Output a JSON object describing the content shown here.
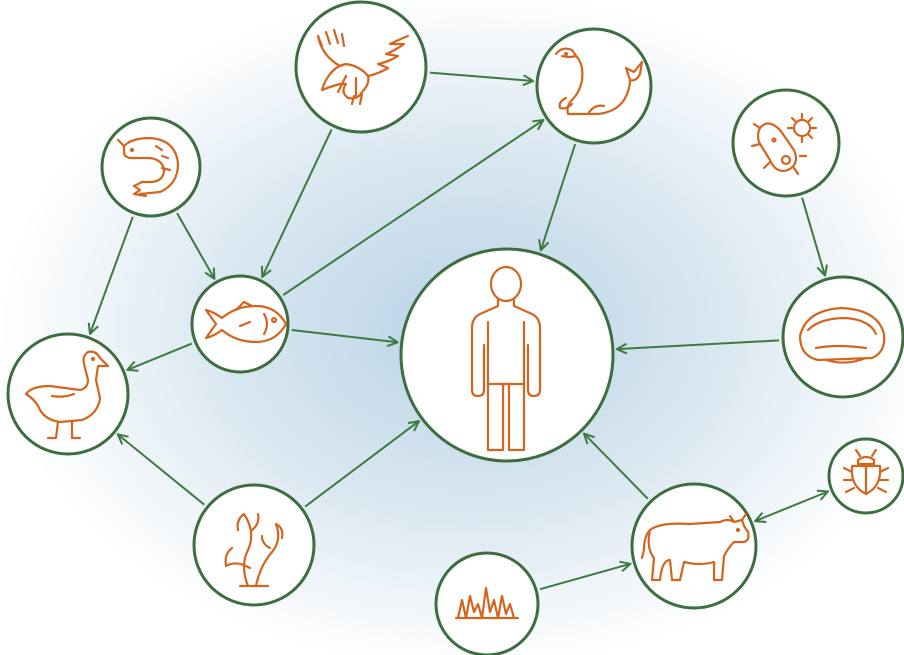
{
  "diagram": {
    "type": "food-web",
    "colors": {
      "node_stroke": "#3d6e3f",
      "arrow": "#3d7a40",
      "icon": "#d4651f",
      "background_glow": "#b9d3e6"
    },
    "nodes": [
      {
        "id": "human",
        "icon": "human-icon"
      },
      {
        "id": "eagle",
        "icon": "eagle-icon"
      },
      {
        "id": "seal",
        "icon": "seal-icon"
      },
      {
        "id": "shrimp",
        "icon": "shrimp-icon"
      },
      {
        "id": "bacteria",
        "icon": "bacteria-icon"
      },
      {
        "id": "fish",
        "icon": "fish-icon"
      },
      {
        "id": "goose",
        "icon": "goose-icon"
      },
      {
        "id": "mussel",
        "icon": "mussel-icon"
      },
      {
        "id": "seaweed",
        "icon": "seaweed-icon"
      },
      {
        "id": "cow",
        "icon": "cow-icon"
      },
      {
        "id": "beetle",
        "icon": "beetle-icon"
      },
      {
        "id": "grass",
        "icon": "grass-icon"
      }
    ],
    "edges": [
      {
        "from": "eagle",
        "to": "seal"
      },
      {
        "from": "eagle",
        "to": "fish"
      },
      {
        "from": "seal",
        "to": "human"
      },
      {
        "from": "fish",
        "to": "seal"
      },
      {
        "from": "shrimp",
        "to": "fish"
      },
      {
        "from": "shrimp",
        "to": "goose"
      },
      {
        "from": "fish",
        "to": "goose"
      },
      {
        "from": "fish",
        "to": "human"
      },
      {
        "from": "bacteria",
        "to": "mussel"
      },
      {
        "from": "mussel",
        "to": "human"
      },
      {
        "from": "seaweed",
        "to": "goose"
      },
      {
        "from": "seaweed",
        "to": "human"
      },
      {
        "from": "cow",
        "to": "human"
      },
      {
        "from": "grass",
        "to": "cow"
      },
      {
        "from": "cow",
        "to": "beetle",
        "bidirectional": true
      }
    ]
  }
}
